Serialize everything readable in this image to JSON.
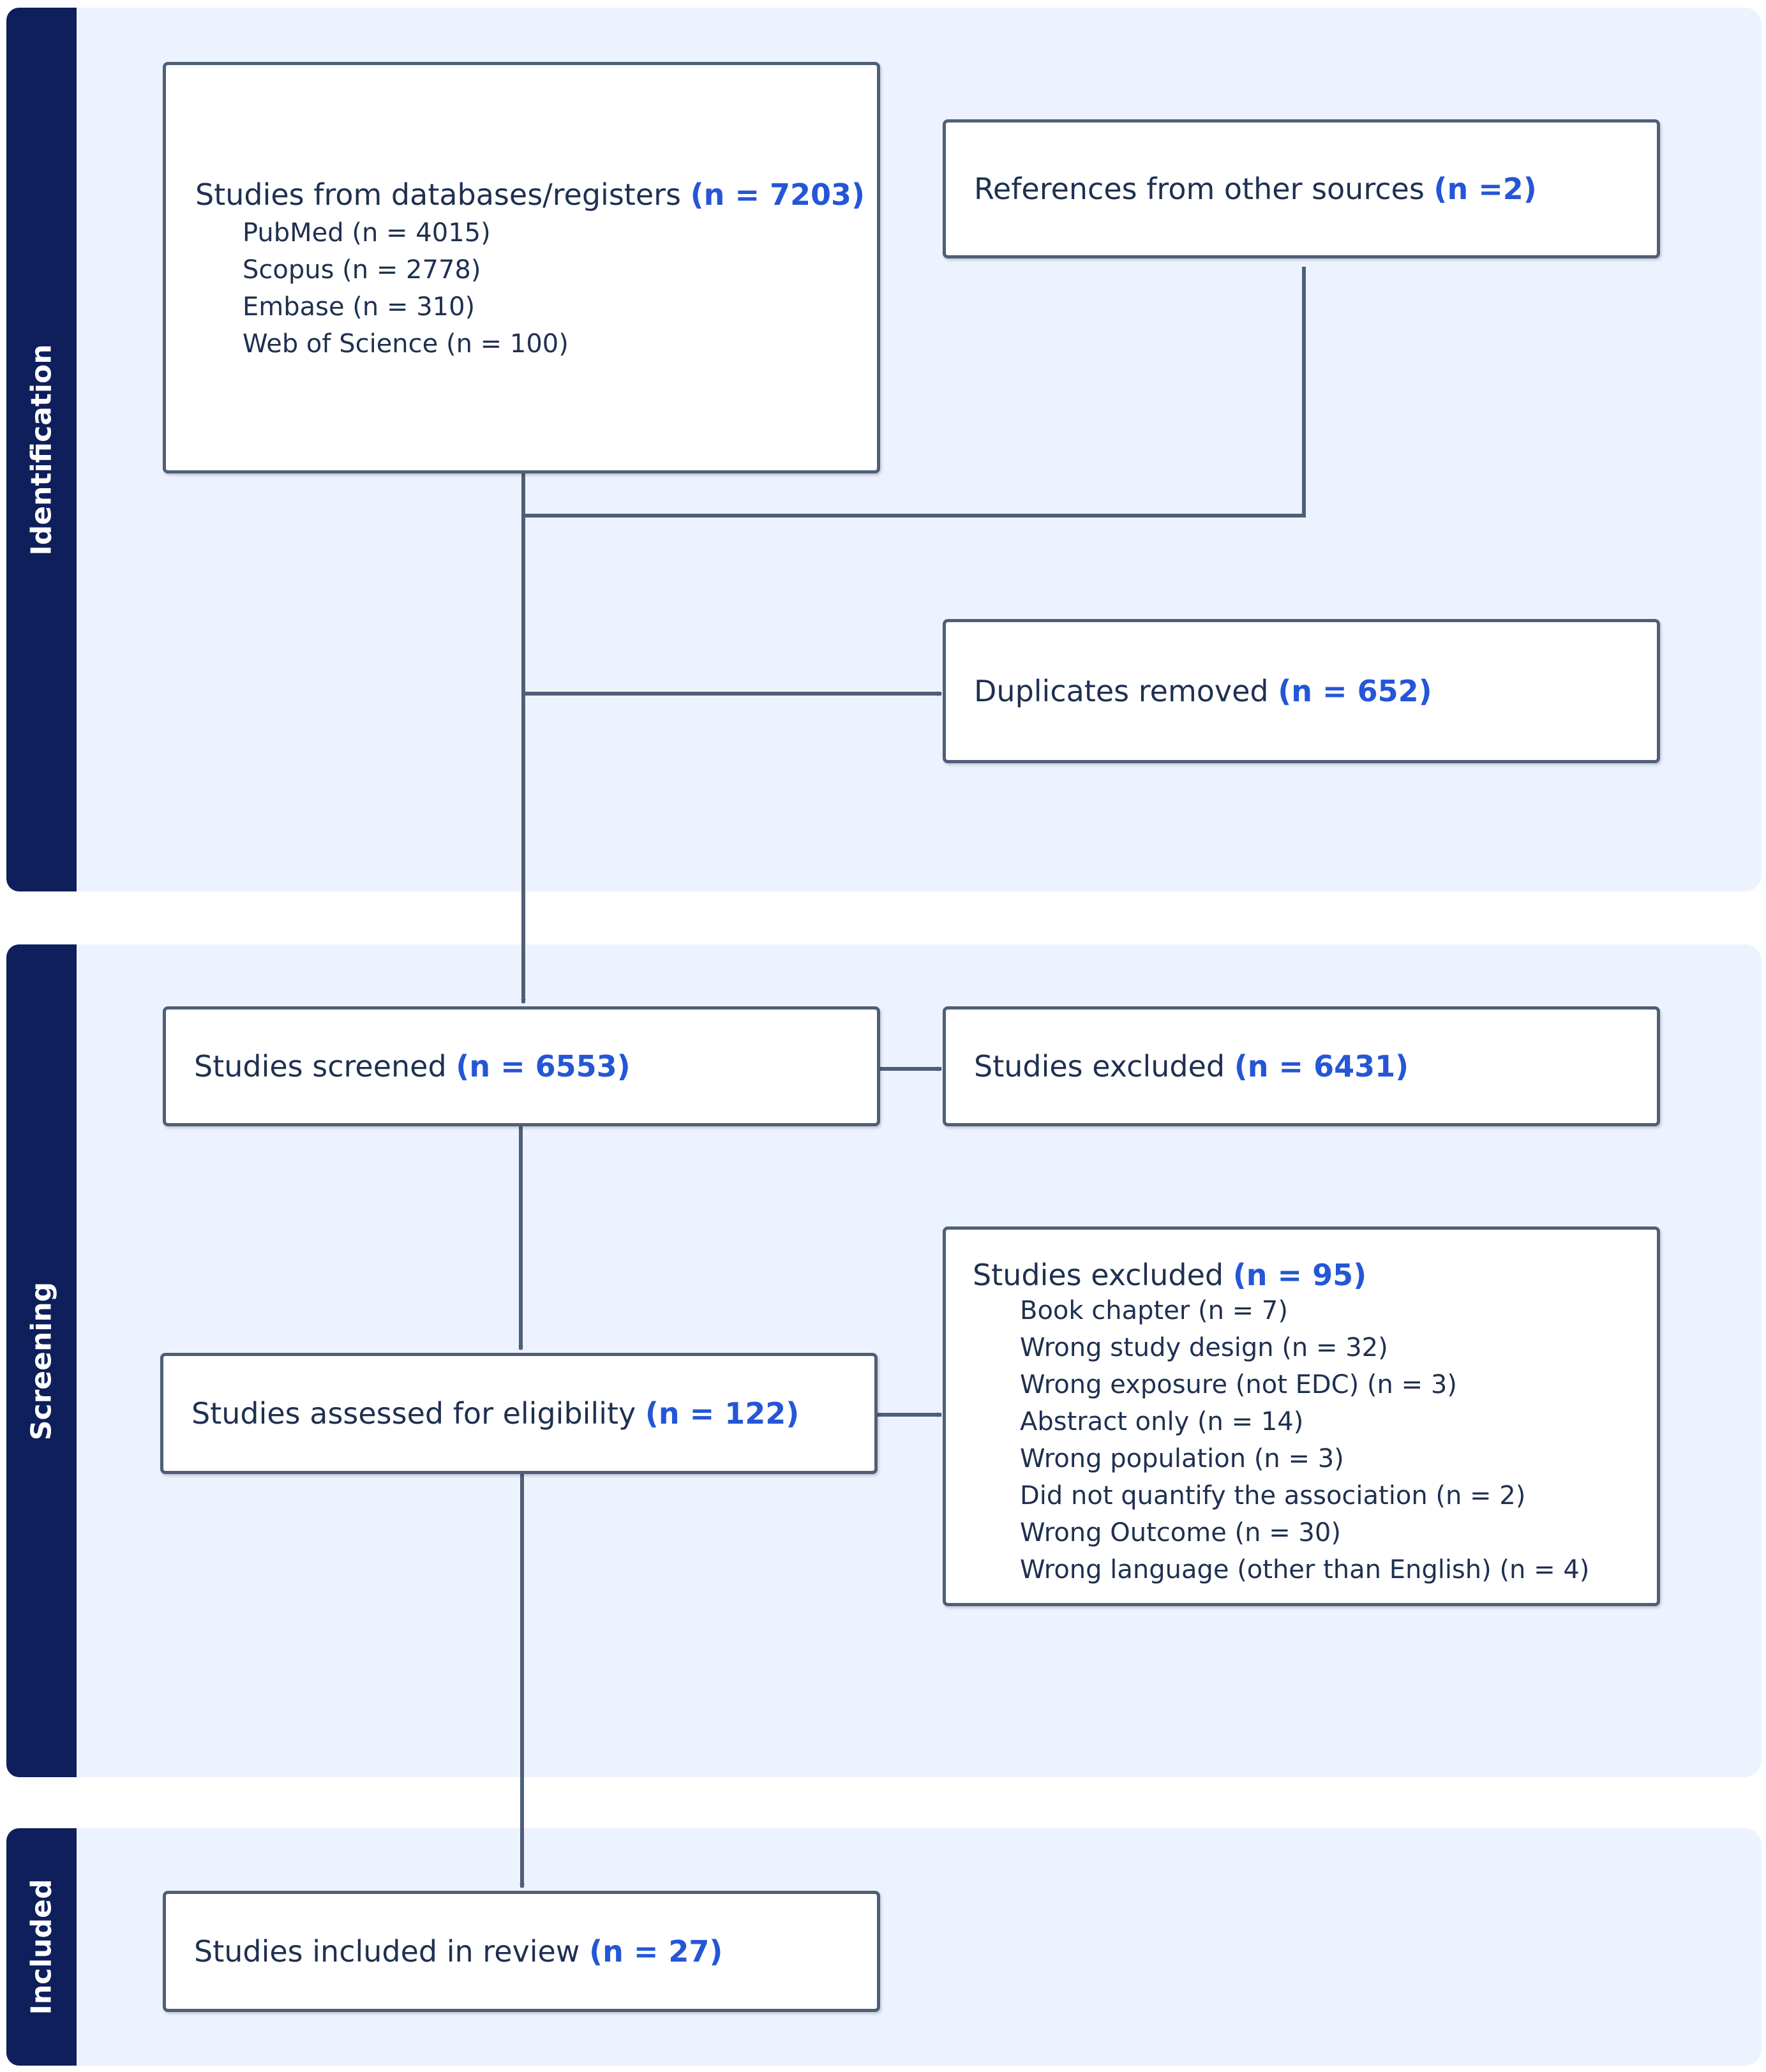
{
  "phases": {
    "identification": "Identification",
    "screening": "Screening",
    "included": "Included"
  },
  "db_box": {
    "label": "Studies from databases/registers",
    "count": "(n = 7203)",
    "sources": [
      "PubMed (n = 4015)",
      "Scopus (n = 2778)",
      "Embase (n = 310)",
      "Web of Science (n = 100)"
    ]
  },
  "other_box": {
    "label": "References from other sources",
    "count": "(n =2)"
  },
  "duplicates_box": {
    "label": "Duplicates removed",
    "count": "(n = 652)"
  },
  "screened_box": {
    "label": "Studies screened",
    "count": "(n = 6553)"
  },
  "excluded1_box": {
    "label": "Studies excluded",
    "count": "(n = 6431)"
  },
  "eligibility_box": {
    "label": "Studies assessed for eligibility",
    "count": "(n = 122)"
  },
  "excluded2_box": {
    "label": "Studies excluded",
    "count": "(n = 95)",
    "reasons": [
      "Book chapter (n = 7)",
      "Wrong study design (n = 32)",
      "Wrong exposure (not EDC) (n = 3)",
      "Abstract only (n = 14)",
      "Wrong population (n = 3)",
      "Did not quantify the association (n = 2)",
      "Wrong Outcome (n = 30)",
      "Wrong language (other than English) (n = 4)"
    ]
  },
  "included_box": {
    "label": "Studies included in review",
    "count": "(n = 27)"
  },
  "colors": {
    "phase_bar": "#0e1f5b",
    "section_bg": "#edf3fe",
    "count_text": "#2456d6",
    "arrow": "#4f5f78"
  }
}
